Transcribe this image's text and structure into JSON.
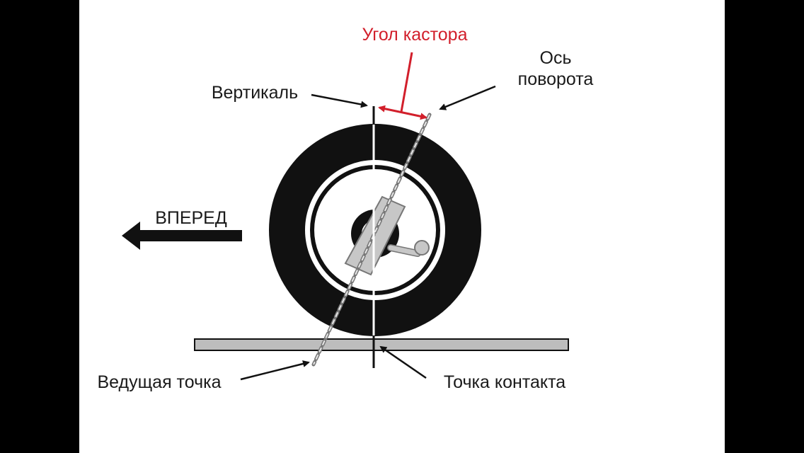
{
  "labels": {
    "caster_angle": "Угол кастора",
    "steering_axis_line1": "Ось",
    "steering_axis_line2": "поворота",
    "vertical": "Вертикаль",
    "forward": "ВПЕРЕД",
    "lead_point": "Ведущая точка",
    "contact_point": "Точка контакта"
  },
  "colors": {
    "background": "#ffffff",
    "side_bars": "#000000",
    "tire": "#111111",
    "caster_accent": "#d21f2b",
    "ground": "#bdbdbd",
    "knuckle": "#c7c7c7",
    "hub_center": "#f3df3a"
  }
}
